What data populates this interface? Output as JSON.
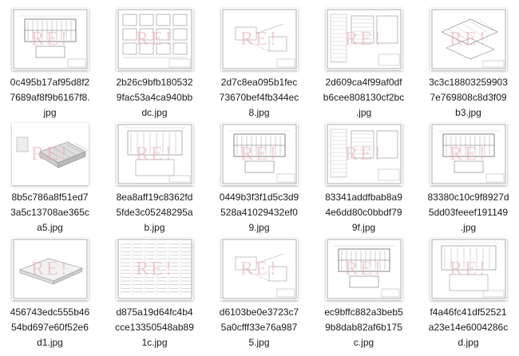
{
  "files": [
    {
      "name": "0c495b17af95d8f2\n7689af8f9b6167f8.\njpg",
      "kind": "wide-drawing"
    },
    {
      "name": "2b26c9bfb180532\n9fac53a4ca940bb\ndc.jpg",
      "kind": "dense-drawing"
    },
    {
      "name": "2d7c8ea095b1fec\n73670bef4fb344ec\n8.jpg",
      "kind": "sparse-drawing"
    },
    {
      "name": "2d609ca4f99af0df\nb6cee808130cf2bc\n.jpg",
      "kind": "table-drawing"
    },
    {
      "name": "3c3c18803259903\n7e769808c8d3f09\nb3.jpg",
      "kind": "iso-drawing"
    },
    {
      "name": "8b5c786a8f51ed7\n3a5c13708ae365c\na5.jpg",
      "kind": "small-photo"
    },
    {
      "name": "8ea8aff19c8362fd\n5fde3c05248295a\nb.jpg",
      "kind": "portrait-drawing"
    },
    {
      "name": "0449b3f3f1d5c3d9\n528a41029432ef0\n9.jpg",
      "kind": "frame-drawing"
    },
    {
      "name": "83341addfbab8a9\n4e6dd80c0bbdf79\n9f.jpg",
      "kind": "table-drawing"
    },
    {
      "name": "83380c10c9f8927d\n5dd03feeef191149\n.jpg",
      "kind": "wide-drawing"
    },
    {
      "name": "456743edc555b46\n54bd697e60f52e6\nd1.jpg",
      "kind": "plate-drawing"
    },
    {
      "name": "d875a19d64fc4b4\ncce13350548ab89\n1c.jpg",
      "kind": "text-table"
    },
    {
      "name": "d6103be0e3723c7\n5a0cfff33e76a987\n5.jpg",
      "kind": "sparse-drawing"
    },
    {
      "name": "ec9bffc882a3beb5\n9b8dab82af6b175\nc.jpg",
      "kind": "frame-drawing"
    },
    {
      "name": "f4a46fc41df52521\na23e14e6004286c\nd.jpg",
      "kind": "portrait-drawing"
    }
  ],
  "watermark": "RE!"
}
